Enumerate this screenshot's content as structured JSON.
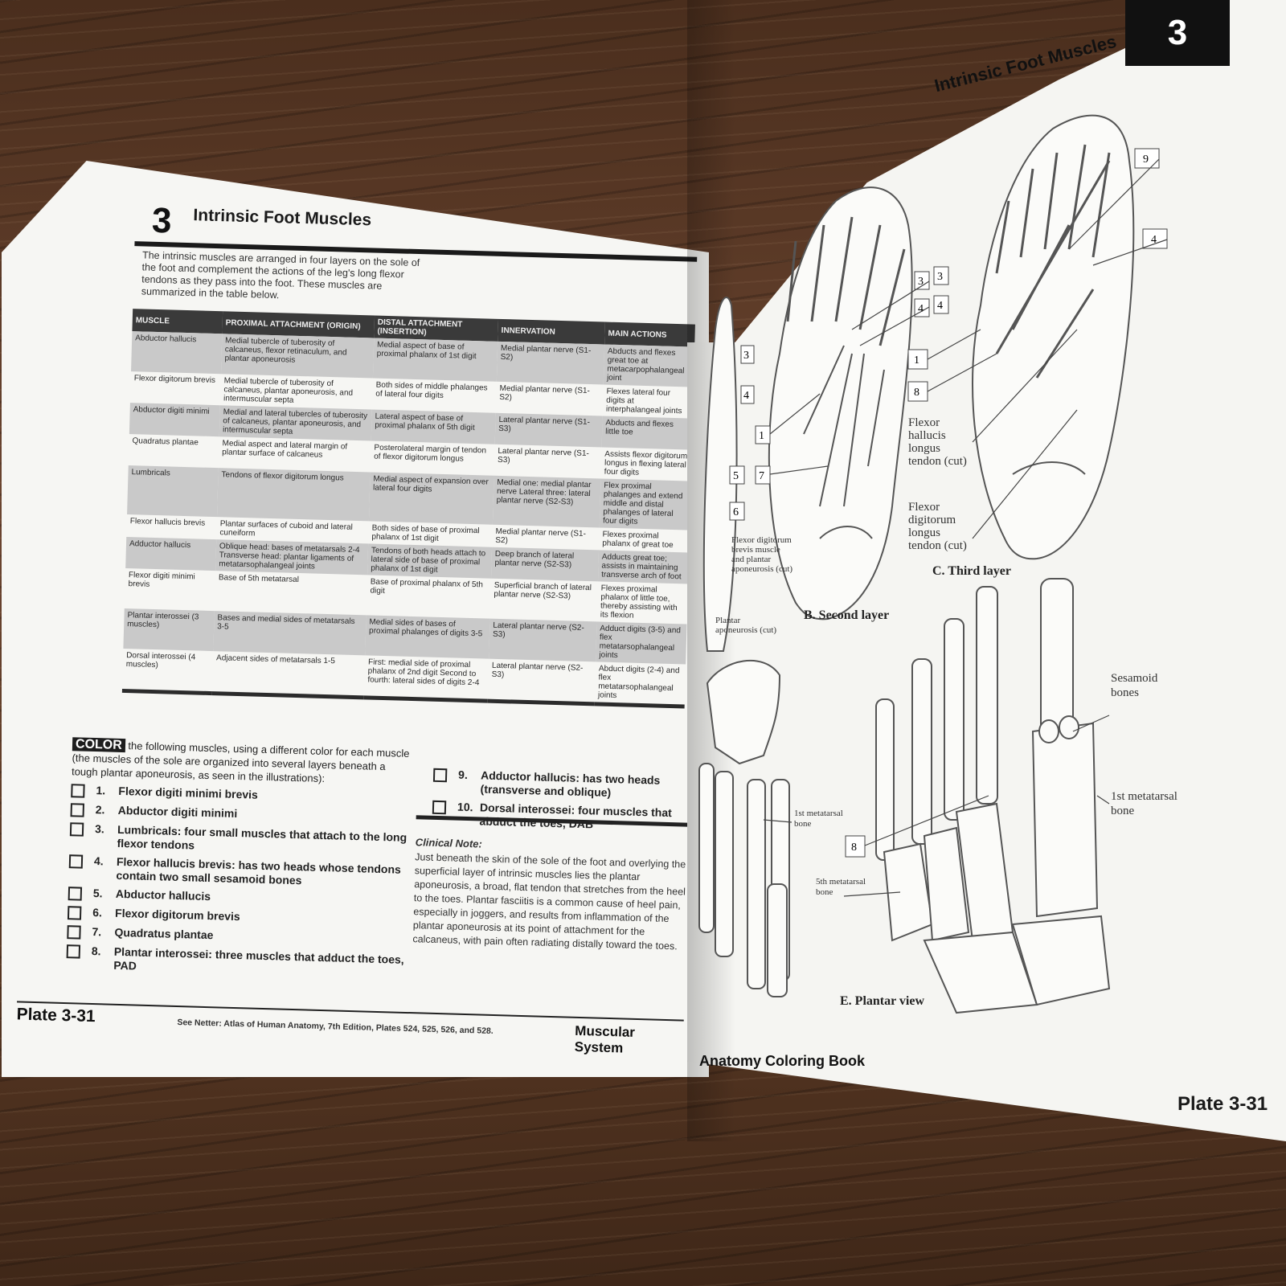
{
  "left": {
    "tab_number": "3",
    "title": "Intrinsic Foot Muscles",
    "intro": "The intrinsic muscles are arranged in four layers on the sole of the foot and complement the actions of the leg's long flexor tendons as they pass into the foot. These muscles are summarized in the table below.",
    "table": {
      "headers": [
        "MUSCLE",
        "PROXIMAL ATTACHMENT (ORIGIN)",
        "DISTAL ATTACHMENT (INSERTION)",
        "INNERVATION",
        "MAIN ACTIONS"
      ],
      "rows": [
        [
          "Abductor hallucis",
          "Medial tubercle of tuberosity of calcaneus, flexor retinaculum, and plantar aponeurosis",
          "Medial aspect of base of proximal phalanx of 1st digit",
          "Medial plantar nerve (S1-S2)",
          "Abducts and flexes great toe at metacarpophalangeal joint"
        ],
        [
          "Flexor digitorum brevis",
          "Medial tubercle of tuberosity of calcaneus, plantar aponeurosis, and intermuscular septa",
          "Both sides of middle phalanges of lateral four digits",
          "Medial plantar nerve (S1-S2)",
          "Flexes lateral four digits at interphalangeal joints"
        ],
        [
          "Abductor digiti minimi",
          "Medial and lateral tubercles of tuberosity of calcaneus, plantar aponeurosis, and intermuscular septa",
          "Lateral aspect of base of proximal phalanx of 5th digit",
          "Lateral plantar nerve (S1-S3)",
          "Abducts and flexes little toe"
        ],
        [
          "Quadratus plantae",
          "Medial aspect and lateral margin of plantar surface of calcaneus",
          "Posterolateral margin of tendon of flexor digitorum longus",
          "Lateral plantar nerve (S1-S3)",
          "Assists flexor digitorum longus in flexing lateral four digits"
        ],
        [
          "Lumbricals",
          "Tendons of flexor digitorum longus",
          "Medial aspect of expansion over lateral four digits",
          "Medial one: medial plantar nerve Lateral three: lateral plantar nerve (S2-S3)",
          "Flex proximal phalanges and extend middle and distal phalanges of lateral four digits"
        ],
        [
          "Flexor hallucis brevis",
          "Plantar surfaces of cuboid and lateral cuneiform",
          "Both sides of base of proximal phalanx of 1st digit",
          "Medial plantar nerve (S1-S2)",
          "Flexes proximal phalanx of great toe"
        ],
        [
          "Adductor hallucis",
          "Oblique head: bases of metatarsals 2-4 Transverse head: plantar ligaments of metatarsophalangeal joints",
          "Tendons of both heads attach to lateral side of base of proximal phalanx of 1st digit",
          "Deep branch of lateral plantar nerve (S2-S3)",
          "Adducts great toe; assists in maintaining transverse arch of foot"
        ],
        [
          "Flexor digiti minimi brevis",
          "Base of 5th metatarsal",
          "Base of proximal phalanx of 5th digit",
          "Superficial branch of lateral plantar nerve (S2-S3)",
          "Flexes proximal phalanx of little toe, thereby assisting with its flexion"
        ],
        [
          "Plantar interossei (3 muscles)",
          "Bases and medial sides of metatarsals 3-5",
          "Medial sides of bases of proximal phalanges of digits 3-5",
          "Lateral plantar nerve (S2-S3)",
          "Adduct digits (3-5) and flex metatarsophalangeal joints"
        ],
        [
          "Dorsal interossei (4 muscles)",
          "Adjacent sides of metatarsals 1-5",
          "First: medial side of proximal phalanx of 2nd digit Second to fourth: lateral sides of digits 2-4",
          "Lateral plantar nerve (S2-S3)",
          "Abduct digits (2-4) and flex metatarsophalangeal joints"
        ]
      ]
    },
    "color": {
      "word": "COLOR",
      "instruction": "the following muscles, using a different color for each muscle (the muscles of the sole are organized into several layers beneath a tough plantar aponeurosis, as seen in the illustrations):",
      "items": [
        {
          "num": "1.",
          "text": "Flexor digiti minimi brevis"
        },
        {
          "num": "2.",
          "text": "Abductor digiti minimi"
        },
        {
          "num": "3.",
          "text": "Lumbricals: four small muscles that attach to the long flexor tendons"
        },
        {
          "num": "4.",
          "text": "Flexor hallucis brevis: has two heads whose tendons contain two small sesamoid bones"
        },
        {
          "num": "5.",
          "text": "Abductor hallucis"
        },
        {
          "num": "6.",
          "text": "Flexor digitorum brevis"
        },
        {
          "num": "7.",
          "text": "Quadratus plantae"
        },
        {
          "num": "8.",
          "text": "Plantar interossei: three muscles that adduct the toes, PAD"
        }
      ],
      "items_2": [
        {
          "num": "9.",
          "text": "Adductor hallucis: has two heads (transverse and oblique)"
        },
        {
          "num": "10.",
          "text": "Dorsal interossei: four muscles that abduct the toes, DAB"
        }
      ]
    },
    "clinical": {
      "title": "Clinical Note:",
      "text": "Just beneath the skin of the sole of the foot and overlying the superficial layer of intrinsic muscles lies the plantar aponeurosis, a broad, flat tendon that stretches from the heel to the toes. Plantar fasciitis is a common cause of heel pain, especially in joggers, and results from inflammation of the plantar aponeurosis at its point of attachment for the calcaneus, with pain often radiating distally toward the toes."
    },
    "footer": {
      "plate": "Plate 3-31",
      "netter_ref": "See Netter: Atlas of Human Anatomy, 7th Edition, Plates 524, 525, 526, and 528.",
      "section": "Muscular System"
    }
  },
  "right": {
    "tab_number": "3",
    "title": "Intrinsic Foot Muscles",
    "plate": "Plate 3-31",
    "book_title": "Anatomy Coloring Book",
    "callouts_second_layer": [
      "3",
      "4",
      "1",
      "7",
      "5",
      "6",
      "3",
      "4"
    ],
    "callouts_third_layer": [
      "9",
      "4",
      "3",
      "4",
      "1",
      "8"
    ],
    "callout_plantar": "8",
    "labels": {
      "flexor_hallucis_longus": [
        "Flexor",
        "hallucis",
        "longus",
        "tendon (cut)"
      ],
      "flexor_digitorum_longus": [
        "Flexor",
        "digitorum",
        "longus",
        "tendon (cut)"
      ],
      "third_layer": "C. Third layer",
      "second_layer": "B. Second layer",
      "fdb_label": [
        "Flexor digitorum",
        "brevis muscle",
        "and plantar",
        "aponeurosis (cut)"
      ],
      "plantar_aponeurosis": [
        "Plantar",
        "aponeurosis (cut)"
      ],
      "sesamoid": [
        "Sesamoid",
        "bones"
      ],
      "first_metatarsal_right": [
        "1st metatarsal",
        "bone"
      ],
      "first_metatarsal_left": [
        "1st metatarsal",
        "bone"
      ],
      "fifth_metatarsal": [
        "5th metatarsal",
        "bone"
      ],
      "plantar_view": "E. Plantar view"
    }
  }
}
